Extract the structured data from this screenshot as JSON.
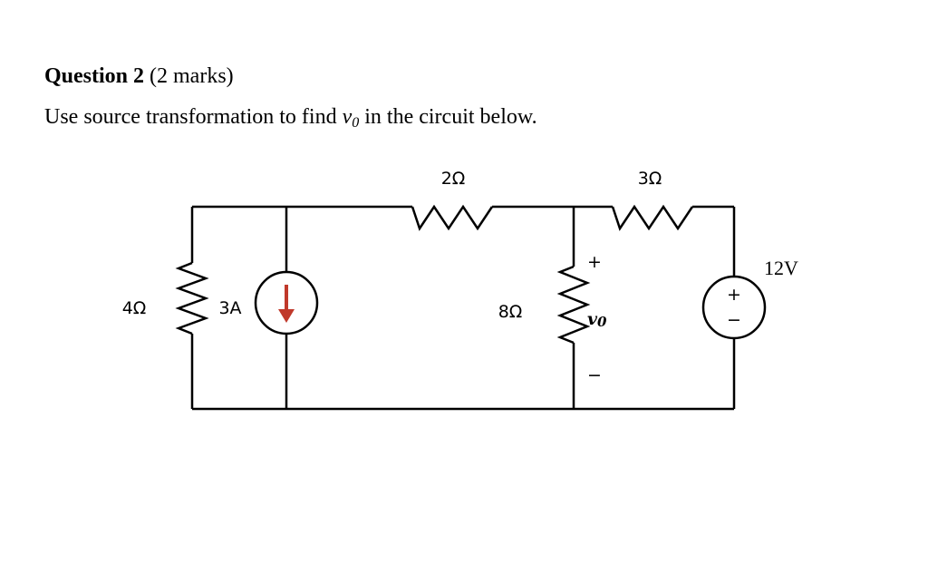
{
  "question": {
    "number_label": "Question 2",
    "marks_label": "(2 marks)",
    "prompt_before": "Use source transformation to find ",
    "prompt_var": "v",
    "prompt_var_sub": "0",
    "prompt_after": " in the circuit below."
  },
  "circuit": {
    "r_top_left": "2Ω",
    "r_top_right": "3Ω",
    "r_left": "4Ω",
    "current_source": "3A",
    "r_middle": "8Ω",
    "voltage_source": "12V",
    "vo_plus": "+",
    "vo_label": "v",
    "vo_sub": "0",
    "vo_minus": "−",
    "source_plus": "+",
    "source_minus": "−",
    "arrow_color": "#c0392b"
  }
}
